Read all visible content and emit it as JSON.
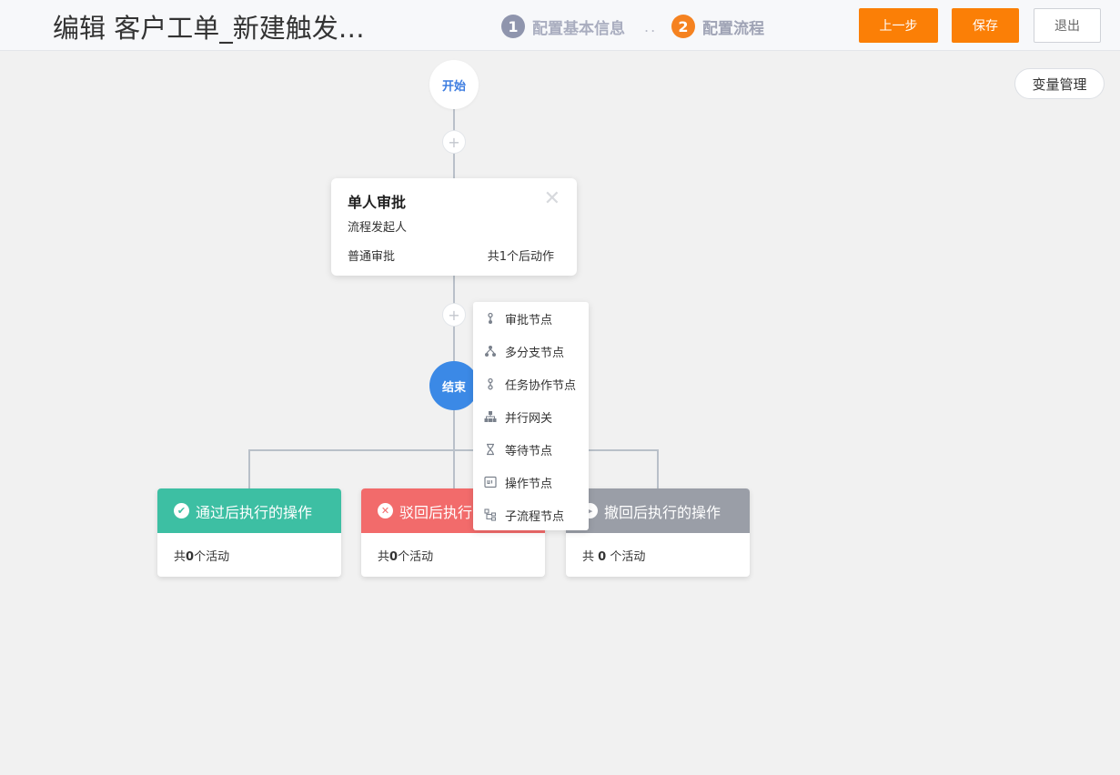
{
  "header": {
    "title": "编辑 客户工单_新建触发…",
    "steps": [
      {
        "num": "1",
        "label": "配置基本信息"
      },
      {
        "num": "2",
        "label": "配置流程"
      }
    ],
    "step_separator": "..",
    "buttons": {
      "prev": "上一步",
      "save": "保存",
      "exit": "退出"
    }
  },
  "variable_manage": "变量管理",
  "flow": {
    "start": "开始",
    "end": "结束",
    "plus": "+",
    "approval_card": {
      "title": "单人审批",
      "close": "✕",
      "assignee": "流程发起人",
      "type": "普通审批",
      "actions": "共1个后动作"
    },
    "result_cards": [
      {
        "title": "通过后执行的操作",
        "icon": "check-circle",
        "prefix": "共",
        "count": "0",
        "suffix": "个活动",
        "color": "#3dbfa3"
      },
      {
        "title": "驳回后执行的操作",
        "icon": "x-circle",
        "prefix": "共",
        "count": "0",
        "suffix": "个活动",
        "color": "#f26b6b"
      },
      {
        "title": "撤回后执行的操作",
        "icon": "revoke-circle",
        "prefix": "共 ",
        "count": "0",
        "suffix": " 个活动",
        "color": "#9a9ea7"
      }
    ]
  },
  "node_menu": {
    "items": [
      {
        "label": "审批节点",
        "icon": "approval-node-icon"
      },
      {
        "label": "多分支节点",
        "icon": "branch-node-icon"
      },
      {
        "label": "任务协作节点",
        "icon": "task-node-icon"
      },
      {
        "label": "并行网关",
        "icon": "gateway-icon"
      },
      {
        "label": "等待节点",
        "icon": "hourglass-icon"
      },
      {
        "label": "操作节点",
        "icon": "ui-icon"
      },
      {
        "label": "子流程节点",
        "icon": "subflow-icon"
      }
    ]
  },
  "colors": {
    "accent": "#fb7f06",
    "primary": "#3b89e6"
  }
}
